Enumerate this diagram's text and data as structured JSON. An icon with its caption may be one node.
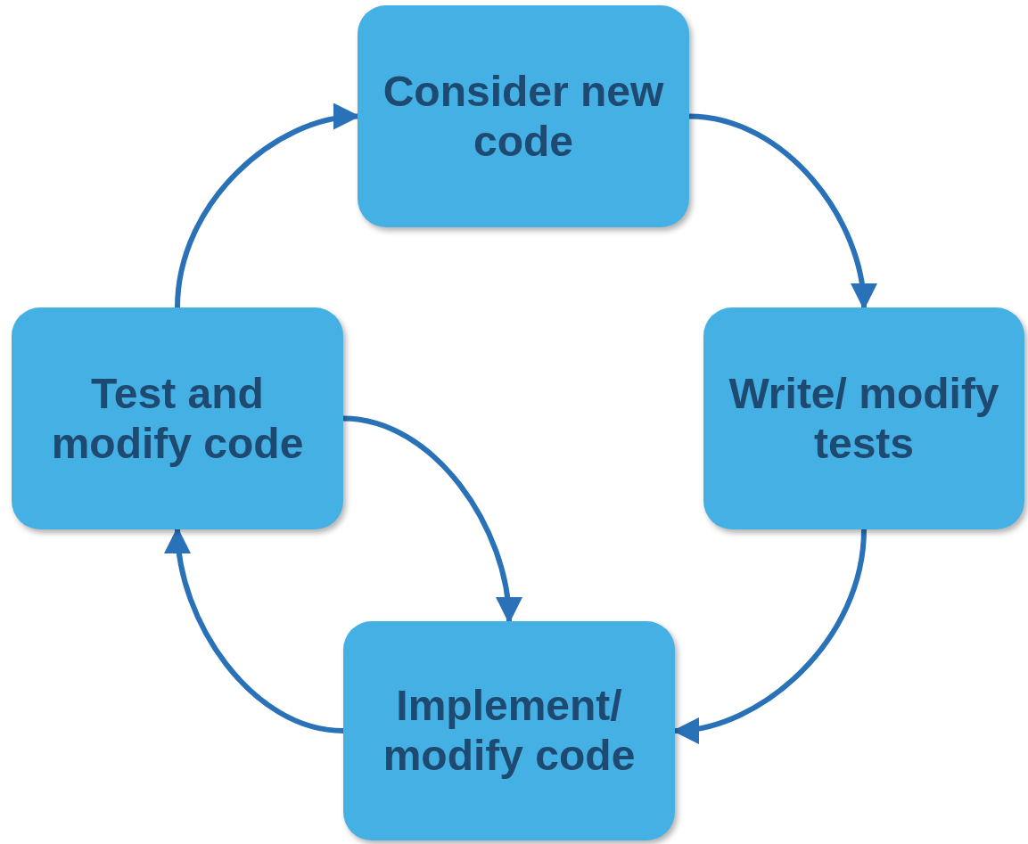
{
  "diagram": {
    "nodes": [
      {
        "text": [
          "Consider new code"
        ]
      },
      {
        "text": [
          "Write/ modify tests"
        ]
      },
      {
        "text": [
          "Implement/ modify code"
        ]
      },
      {
        "text": [
          "Test and modify code"
        ]
      }
    ],
    "edges": [
      {
        "from": 0,
        "to": 1,
        "arrow": "to"
      },
      {
        "from": 1,
        "to": 2,
        "arrow": "to"
      },
      {
        "from": 2,
        "to": 3,
        "arrow": "to"
      },
      {
        "from": 3,
        "to": 0,
        "arrow": "to"
      },
      {
        "from": 3,
        "to": 2,
        "arrow": "to"
      }
    ]
  }
}
